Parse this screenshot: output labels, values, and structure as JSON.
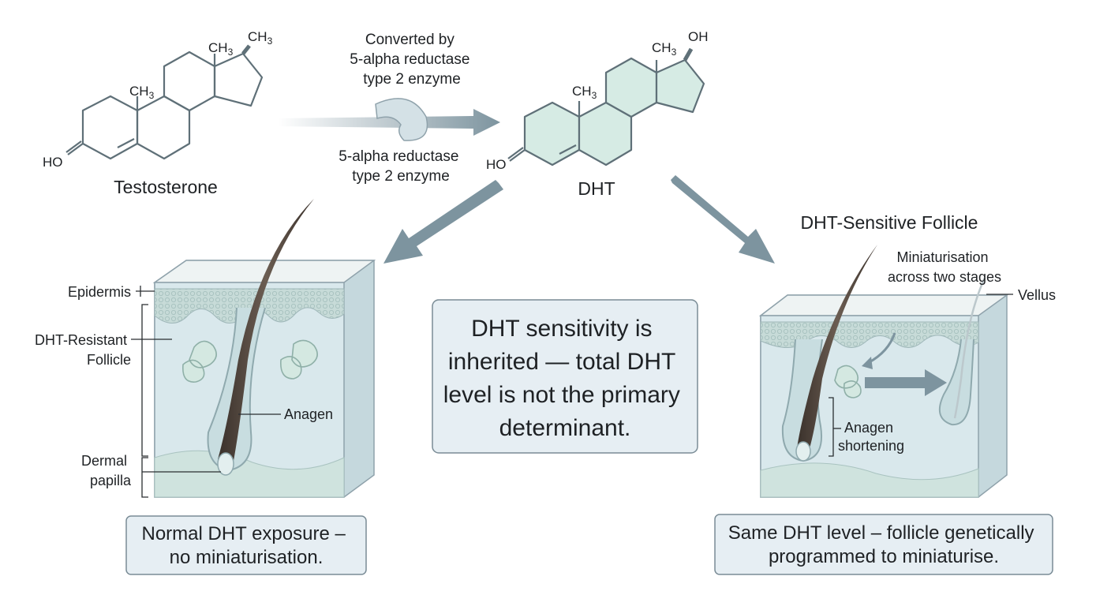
{
  "testosterone": {
    "name": "Testosterone",
    "methyl_a": "CH",
    "methyl_a_sub": "3",
    "methyl_b": "CH",
    "methyl_b_sub": "3",
    "methyl_c": "CH",
    "methyl_c_sub": "3",
    "ho": "HO"
  },
  "dht": {
    "name": "DHT",
    "methyl_a": "CH",
    "methyl_a_sub": "3",
    "methyl_b": "CH",
    "methyl_b_sub": "3",
    "oh": "OH",
    "ho": "HO"
  },
  "conversion": {
    "top_line1": "Converted by",
    "top_line2": "5-alpha reductase",
    "top_line3": "type 2 enzyme",
    "bottom_line1": "5-alpha reductase",
    "bottom_line2": "type 2 enzyme"
  },
  "left_panel": {
    "epidermis": "Epidermis",
    "resistant_line1": "DHT-Resistant",
    "resistant_line2": "Follicle",
    "anagen": "Anagen",
    "papilla_line1": "Dermal",
    "papilla_line2": "papilla",
    "caption_line1": "Normal DHT exposure –",
    "caption_line2": "no miniaturisation."
  },
  "center_note": {
    "line1": "DHT sensitivity is",
    "line2": "inherited — total DHT",
    "line3": "level is not the primary",
    "line4": "determinant."
  },
  "right_panel": {
    "title": "DHT-Sensitive Follicle",
    "mini_line1": "Miniaturisation",
    "mini_line2": "across two stages",
    "vellus": "Vellus",
    "anagen_short_line1": "Anagen",
    "anagen_short_line2": "shortening",
    "caption_line1": "Same DHT level – follicle genetically",
    "caption_line2": "programmed to miniaturise."
  },
  "colors": {
    "molecule_stroke": "#5f7078",
    "dht_fill": "#d6ebe4",
    "skin_fill": "#d9e8ec",
    "box_fill": "#e6eef3",
    "box_stroke": "#7a8c96",
    "arrow": "#7d949f",
    "hair": "#4a3f38"
  }
}
